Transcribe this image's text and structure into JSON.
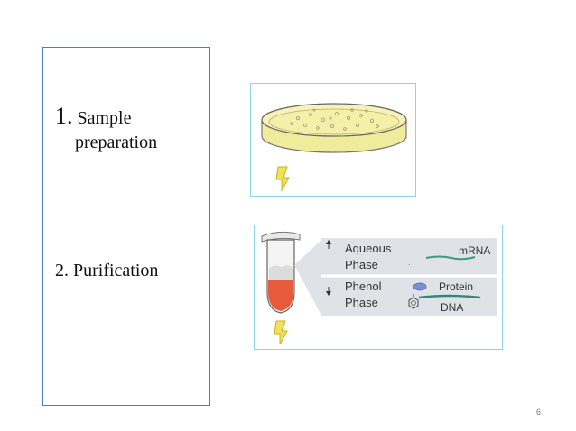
{
  "steps": {
    "step1_number": "1.",
    "step1_line1": "Sample",
    "step1_line2": "preparation",
    "step2": "2. Purification"
  },
  "diagram": {
    "aqueous_line1": "Aqueous",
    "aqueous_line2": "Phase",
    "phenol_line1": "Phenol",
    "phenol_line2": "Phase",
    "mrna_label": "mRNA",
    "protein_label": "Protein",
    "dna_label": "DNA"
  },
  "page_number": "6",
  "colors": {
    "box_border": "#4a7fbf",
    "figure_border": "#8fd3e6",
    "arrow_yellow": "#f2e25a",
    "phenol_red": "#e85a3c",
    "dish_fill": "#f5f0a8"
  }
}
